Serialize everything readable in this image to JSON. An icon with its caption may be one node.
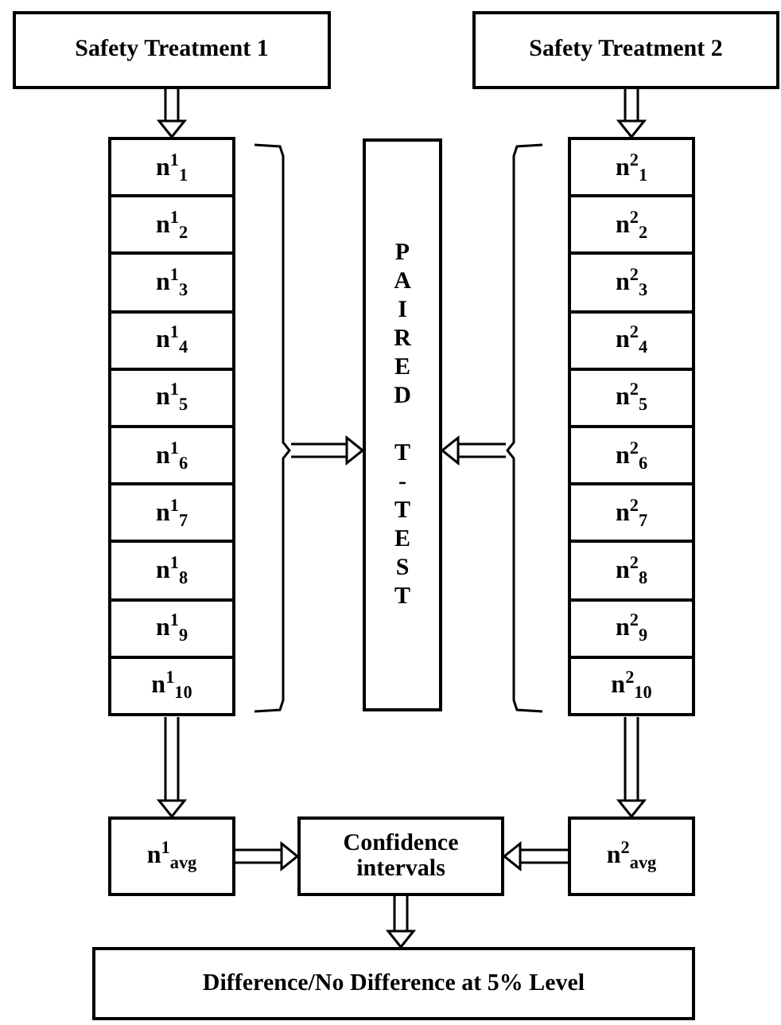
{
  "diagram": {
    "nodes": [
      {
        "text": [
          "Safety Treatment 1"
        ]
      },
      {
        "text": [
          "Safety Treatment 2"
        ]
      },
      {
        "text": [
          "n$^{1}$$_{1}$"
        ]
      },
      {
        "text": [
          "n$^{1}$$_{2}$"
        ]
      },
      {
        "text": [
          "n$^{1}$$_{3}$"
        ]
      },
      {
        "text": [
          "n$^{1}$$_{4}$"
        ]
      },
      {
        "text": [
          "n$^{1}$$_{5}$"
        ]
      },
      {
        "text": [
          "n$^{1}$$_{6}$"
        ]
      },
      {
        "text": [
          "n$^{1}$$_{7}$"
        ]
      },
      {
        "text": [
          "n$^{1}$$_{8}$"
        ]
      },
      {
        "text": [
          "n$^{1}$$_{9}$"
        ]
      },
      {
        "text": [
          "n$^{1}$$_{10}$"
        ]
      },
      {
        "text": [
          "PAIRED T-TEST"
        ]
      },
      {
        "text": [
          "n$^{2}$$_{1}$"
        ]
      },
      {
        "text": [
          "n$^{2}$$_{2}$"
        ]
      },
      {
        "text": [
          "n$^{2}$$_{3}$"
        ]
      },
      {
        "text": [
          "n$^{2}$$_{4}$"
        ]
      },
      {
        "text": [
          "n$^{2}$$_{5}$"
        ]
      },
      {
        "text": [
          "n$^{2}$$_{6}$"
        ]
      },
      {
        "text": [
          "n$^{2}$$_{7}$"
        ]
      },
      {
        "text": [
          "n$^{2}$$_{8}$"
        ]
      },
      {
        "text": [
          "n$^{2}$$_{9}$"
        ]
      },
      {
        "text": [
          "n$^{2}$$_{10}$"
        ]
      },
      {
        "text": [
          "n$^{1}$$_{avg}$"
        ]
      },
      {
        "text": [
          "Confidence intervals"
        ]
      },
      {
        "text": [
          "n$^{2}$$_{avg}$"
        ]
      },
      {
        "text": [
          "Difference/No Difference at 5% Level"
        ]
      },
      {
        "text": [],
        "shape": "bracket"
      },
      {
        "text": [],
        "shape": "bracket"
      }
    ],
    "edges": [
      {
        "from": 0,
        "to": 2,
        "arrow": "to"
      },
      {
        "from": 1,
        "to": 13,
        "arrow": "to"
      },
      {
        "from": 27,
        "to": 12,
        "arrow": "to"
      },
      {
        "from": 28,
        "to": 12,
        "arrow": "to"
      },
      {
        "from": 11,
        "to": 23,
        "arrow": "to"
      },
      {
        "from": 22,
        "to": 25,
        "arrow": "to"
      },
      {
        "from": 23,
        "to": 24,
        "arrow": "to"
      },
      {
        "from": 25,
        "to": 24,
        "arrow": "to"
      },
      {
        "from": 24,
        "to": 26,
        "arrow": "to"
      }
    ]
  }
}
